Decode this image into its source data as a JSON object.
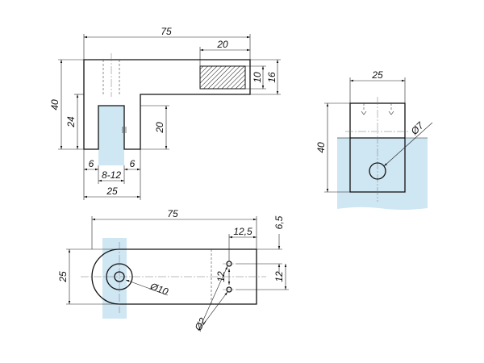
{
  "labels": {
    "top_overall_length": "75",
    "top_slot_width": "20",
    "top_slot_height": "10",
    "top_bar_height": "16",
    "top_overall_height": "40",
    "top_leg_height": "24",
    "top_glass_depth": "20",
    "top_wall_left": "6",
    "top_wall_right": "6",
    "top_glass_range": "8-12",
    "top_base_width": "25",
    "side_width": "25",
    "side_height": "40",
    "side_hole_dia": "Ø7",
    "plan_overall_length": "75",
    "plan_hole_offset": "12,5",
    "plan_edge_offset": "6,5",
    "plan_width": "25",
    "plan_hole_spacing": "12",
    "plan_hole_spacing_right": "12",
    "plan_bore_dia": "Ø10",
    "plan_small_hole_dia": "Ø2"
  },
  "colors": {
    "glass": "#cfe6f3",
    "line": "#111111"
  }
}
